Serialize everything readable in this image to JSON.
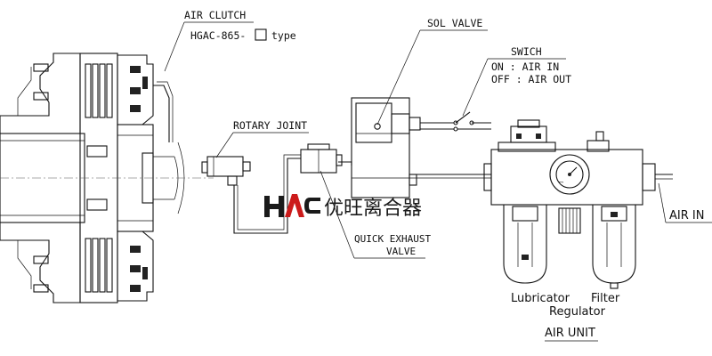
{
  "labels": {
    "air_clutch": "AIR CLUTCH",
    "model": "HGAC-865-",
    "model_suffix": "type",
    "rotary_joint": "ROTARY JOINT",
    "sol_valve": "SOL VALVE",
    "switch_title": "SWICH",
    "switch_on": "ON : AIR IN",
    "switch_off": "OFF : AIR OUT",
    "quick_exhaust_1": "QUICK EXHAUST",
    "quick_exhaust_2": "VALVE",
    "air_in": "AIR IN",
    "lubricator": "Lubricator",
    "filter": "Filter",
    "regulator": "Regulator",
    "air_unit": "AIR UNIT"
  },
  "watermark": {
    "logo_text": "HAC",
    "company_text": "优旺离合器",
    "logo_color": "#1a1a1a",
    "accent_color": "#cc1b1b"
  }
}
